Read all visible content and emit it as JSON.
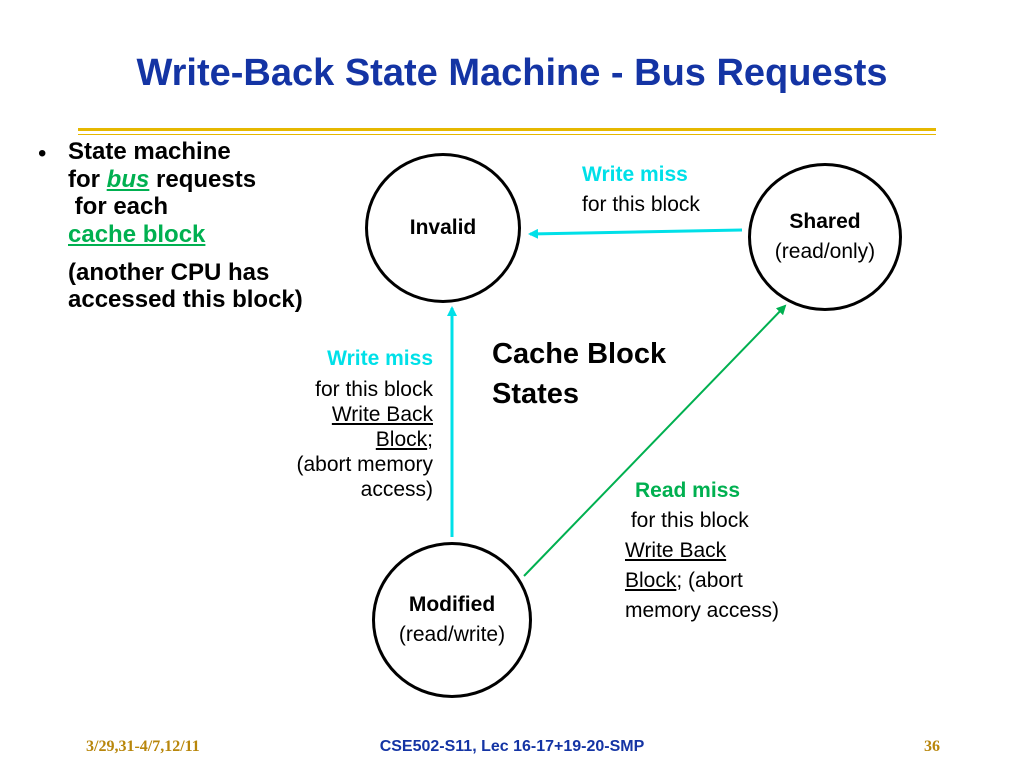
{
  "slide": {
    "title": "Write-Back State Machine - Bus Requests"
  },
  "bullet": {
    "line1": "State machine",
    "line2_pre": "for ",
    "line2_em": "bus",
    "line2_post": " requests",
    "line3": " for each",
    "line4": "cache block",
    "line5": "(another CPU has",
    "line6": "accessed this block)"
  },
  "states": {
    "invalid": {
      "name": "Invalid"
    },
    "shared": {
      "name": "Shared",
      "sub": "(read/only)"
    },
    "modified": {
      "name": "Modified",
      "sub": "(read/write)"
    }
  },
  "legend": {
    "line1": "Cache Block",
    "line2": "States"
  },
  "transitions": {
    "shared_to_invalid": {
      "event": "Write miss",
      "detail": "for this block"
    },
    "modified_to_invalid": {
      "event": "Write miss",
      "detail": "for this block",
      "action1": "Write Back",
      "action2": "Block",
      "action2_suffix": ";",
      "action3": "(abort memory",
      "action4": "access)"
    },
    "modified_to_shared": {
      "event": "Read miss",
      "detail": " for this block",
      "action1": "Write Back",
      "action2": "Block",
      "action2_suffix": "; (abort",
      "action3": "memory access)"
    }
  },
  "footer": {
    "left": "3/29,31-4/7,12/11",
    "center": "CSE502-S11, Lec 16-17+19-20-SMP",
    "right": "36"
  },
  "colors": {
    "title": "#1434A4",
    "rule": "#E6B800",
    "write_miss": "#00E0E8",
    "read_miss": "#00B050",
    "footer_side": "#B8860B"
  },
  "icons": {
    "bullet": "bullet-dot-icon",
    "arrows": [
      "arrow-icon"
    ]
  }
}
